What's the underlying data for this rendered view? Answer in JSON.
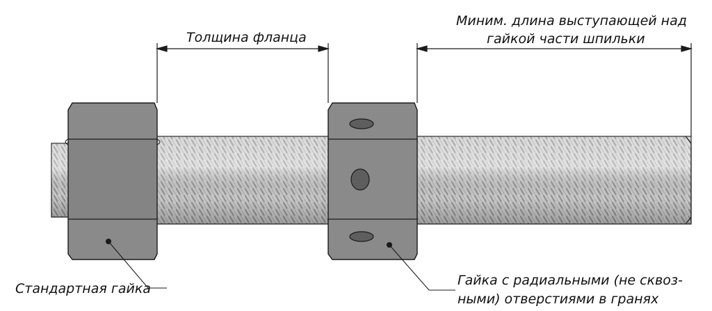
{
  "labels": {
    "flange_thickness": "Толщина фланца",
    "min_length_line1": "Миним. длина выступающей над",
    "min_length_line2": "гайкой части шпильки",
    "standard_nut": "Стандартная гайка",
    "radial_nut_line1": "Гайка с радиальными (не сквоз-",
    "radial_nut_line2": "ными) отверстиями в гранях"
  },
  "colors": {
    "background": "#ffffff",
    "nut_fill": "#8a8a8a",
    "nut_face_dark": "#7c7c7c",
    "thread_light": "#d9d9d9",
    "thread_dark": "#9a9a9a",
    "line": "#1a1a1a",
    "hole": "#5e5e5e"
  }
}
